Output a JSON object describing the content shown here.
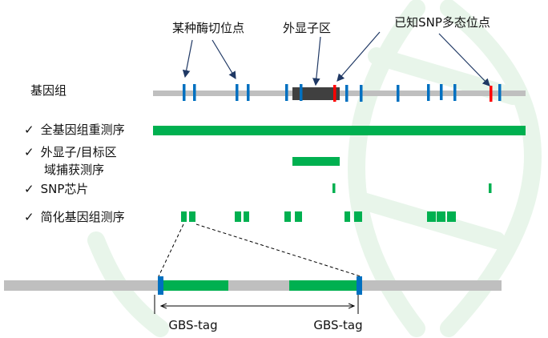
{
  "labels": {
    "enzyme_sites": "某种酶切位点",
    "exon_region": "外显子区",
    "known_snp": "已知SNP多态位点",
    "genome": "基因组",
    "gbs_tag_left": "GBS-tag",
    "gbs_tag_right": "GBS-tag"
  },
  "methods": [
    {
      "check": "✓",
      "label": "全基因组重测序"
    },
    {
      "check": "✓",
      "label": "外显子/目标区",
      "label_line2": "域捕获测序"
    },
    {
      "check": "✓",
      "label": "SNP芯片"
    },
    {
      "check": "✓",
      "label": "简化基因组测序"
    }
  ],
  "colors": {
    "genome": "#bfbfbf",
    "site": "#0070c0",
    "snp": "#ff0000",
    "exon": "#404040",
    "seq": "#00b050",
    "arrow": "#1f3864",
    "watermark": "#e8f5ea"
  }
}
